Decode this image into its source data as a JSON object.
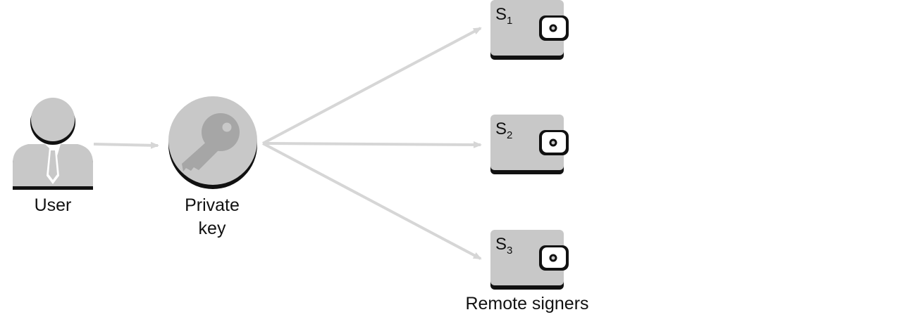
{
  "colors": {
    "icon_fill": "#c8c8c8",
    "icon_dark": "#111111",
    "arrow": "#d6d6d6",
    "key_fill": "#a6a6a6",
    "text": "#111111"
  },
  "nodes": {
    "user": {
      "label": "User",
      "icon": "user-icon"
    },
    "private_key": {
      "label_line1": "Private",
      "label_line2": "key",
      "icon": "key-icon"
    },
    "signers": [
      {
        "letter": "S",
        "index": "1",
        "icon": "wallet-icon"
      },
      {
        "letter": "S",
        "index": "2",
        "icon": "wallet-icon"
      },
      {
        "letter": "S",
        "index": "3",
        "icon": "wallet-icon"
      }
    ],
    "signers_caption": "Remote signers"
  }
}
